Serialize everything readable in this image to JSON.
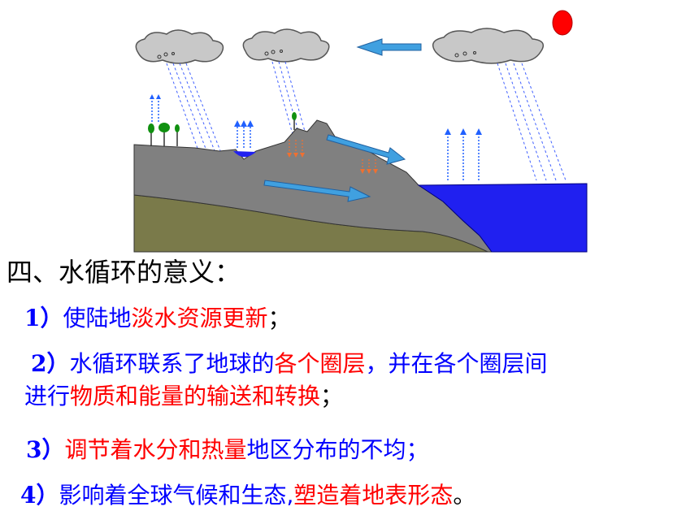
{
  "heading": "四、水循环的意义：",
  "items": [
    {
      "num": "1）",
      "parts": [
        "使陆地",
        "淡水资源更新",
        "；"
      ]
    },
    {
      "num": "2）",
      "parts": [
        "水循环联系了地球的",
        "各个圈层",
        "，并在各个圈层间"
      ],
      "line2": [
        "进行",
        "物质和能量的输送和转换",
        "；"
      ]
    },
    {
      "num": "3）",
      "parts": [
        "调节着",
        "水分和热量",
        "地区分布的不均；"
      ]
    },
    {
      "num": "4）",
      "parts": [
        "影响着全球气候和生态",
        ",",
        "塑造着地表形态",
        "。"
      ]
    }
  ],
  "colors": {
    "blue_text": "#0000ff",
    "red_text": "#ff0000",
    "sea": "#2020f0",
    "rock": "#808080",
    "soil": "#7a7a4a",
    "sun": "#ff0000"
  },
  "icons": [
    "cloud-icon",
    "sun-icon",
    "tree-icon",
    "evaporation-arrow-icon",
    "runoff-arrow-icon",
    "wind-arrow-icon"
  ]
}
